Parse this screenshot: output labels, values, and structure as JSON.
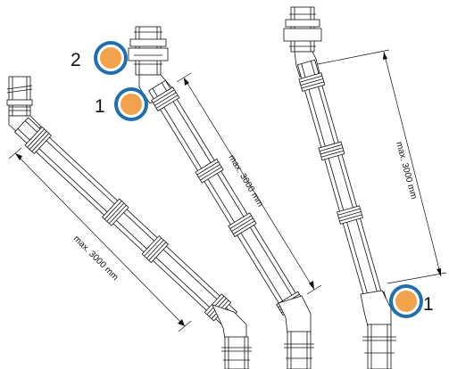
{
  "dimension_label": "max. 3000 mm",
  "callouts": [
    {
      "number": "2"
    },
    {
      "number": "1"
    },
    {
      "number": "1"
    }
  ],
  "colors": {
    "callout_outer": "#1f6fb0",
    "callout_inner": "#f2a24a",
    "line": "#111111"
  }
}
